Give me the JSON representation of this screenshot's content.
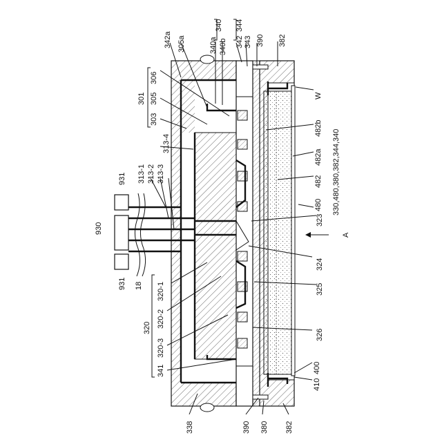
{
  "labels": {
    "l340": "340",
    "l344": "344",
    "l342a": "342a",
    "l305a": "305a",
    "l340a": "340a",
    "l340b": "340b",
    "l342": "342",
    "l343": "343",
    "l390_top": "390",
    "l382_top": "382",
    "l301": "301",
    "l306": "306",
    "l305": "305",
    "l303": "303",
    "l313_4": "313-4",
    "l931_top": "931",
    "l313_1": "313-1",
    "l313_2": "313-2",
    "l313_3": "313-3",
    "l930": "930",
    "l931_bot": "931",
    "l18": "18",
    "l320_1": "320-1",
    "l320_2": "320-2",
    "l320": "320",
    "l320_3": "320-3",
    "l341": "341",
    "l338": "338",
    "l390_bot": "390",
    "l380": "380",
    "l382_bot": "382",
    "lW": "W",
    "l482b": "482b",
    "l330_group": "330,480,380,382,344,340",
    "l482a": "482a",
    "l482": "482",
    "l480": "480",
    "l323": "323",
    "lA": "A",
    "l324": "324",
    "l325": "325",
    "l326": "326",
    "l400": "400",
    "l410": "410"
  }
}
